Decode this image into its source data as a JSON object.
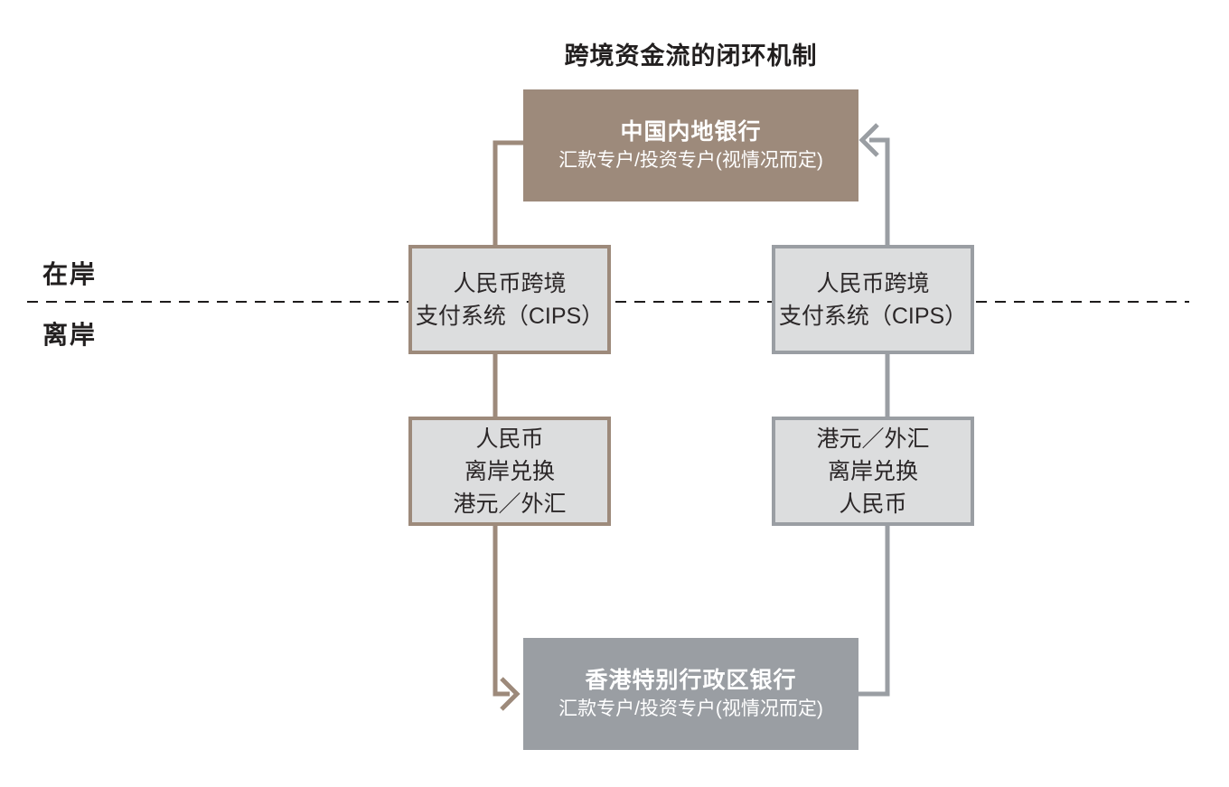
{
  "title": "跨境资金流的闭环机制",
  "labels": {
    "onshore": "在岸",
    "offshore": "离岸"
  },
  "colors": {
    "brown": "#9d8a7b",
    "gray": "#9a9ea3",
    "light_fill": "#dcddde",
    "ink": "#221f1f",
    "white": "#ffffff"
  },
  "nodes": {
    "mainland_bank": {
      "title": "中国内地银行",
      "subtitle": "汇款专户/投资专户(视情况而定)"
    },
    "cips_left": {
      "line1": "人民币跨境",
      "line2": "支付系统（CIPS）"
    },
    "cips_right": {
      "line1": "人民币跨境",
      "line2": "支付系统（CIPS）"
    },
    "fx_left": {
      "line1": "人民币",
      "line2": "离岸兑换",
      "line3": "港元／外汇"
    },
    "fx_right": {
      "line1": "港元／外汇",
      "line2": "离岸兑换",
      "line3": "人民币"
    },
    "hk_bank": {
      "title": "香港特别行政区银行",
      "subtitle": "汇款专户/投资专户(视情况而定)"
    }
  }
}
